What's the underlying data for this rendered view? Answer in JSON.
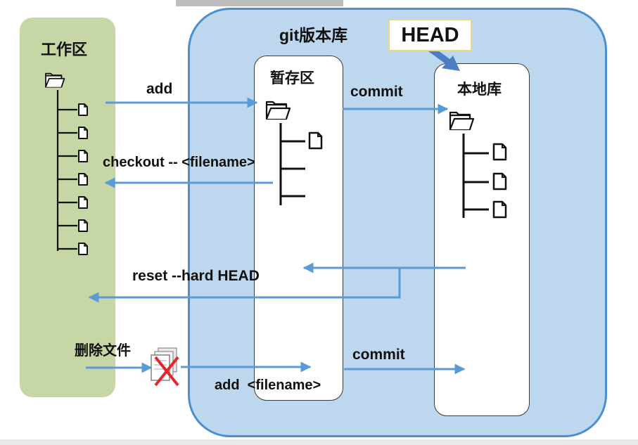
{
  "labels": {
    "workdir": "工作区",
    "repo": "git版本库",
    "stage": "暂存区",
    "local": "本地库",
    "head": "HEAD",
    "add": "add",
    "commit": "commit",
    "checkout": "checkout -- <filename>",
    "reset": "reset --hard HEAD",
    "delete": "删除文件",
    "add_filename": "add  <filename>",
    "commit2": "commit"
  },
  "colors": {
    "workdir_bg": "#c6d7a5",
    "repo_bg": "#bdd7ee",
    "repo_border": "#4a8fd0",
    "arrow": "#5b9bd5",
    "delete_x": "#e3262e"
  },
  "icons": [
    "folder-icon",
    "file-icon",
    "delete-file-icon",
    "head-pointer-arrow"
  ]
}
